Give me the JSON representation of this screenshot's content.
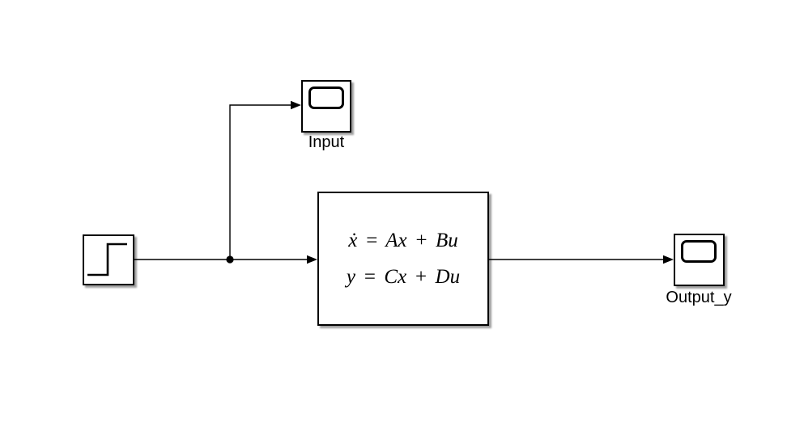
{
  "diagram": {
    "type": "simulink-block-diagram",
    "background_color": "#ffffff",
    "stroke_color": "#000000",
    "shadow_color": "rgba(0,0,0,0.38)"
  },
  "blocks": {
    "step_source": {
      "icon": "step-signal-icon"
    },
    "input_scope": {
      "label": "Input",
      "icon": "scope-screen-icon"
    },
    "state_space": {
      "equation_line1": "ẋ = Ax + Bu",
      "equation_line2": "y = Cx + Du"
    },
    "output_scope": {
      "label": "Output_y",
      "icon": "scope-screen-icon"
    }
  }
}
